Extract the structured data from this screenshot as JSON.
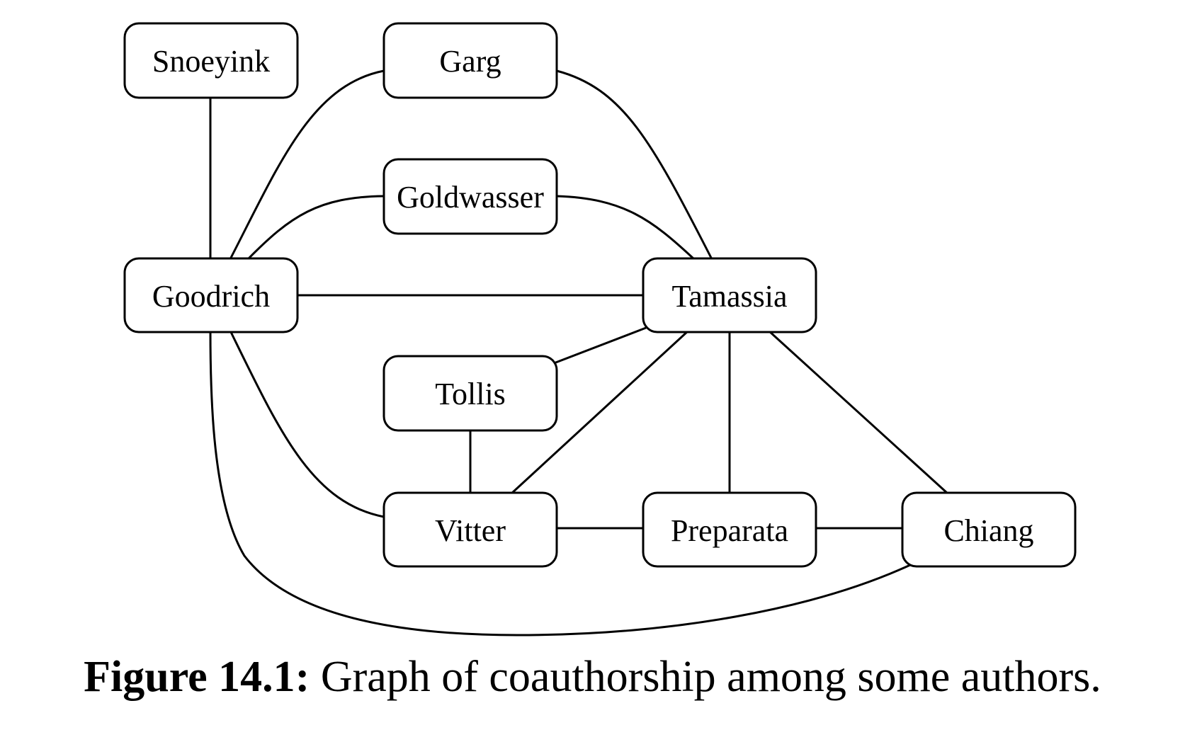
{
  "diagram": {
    "nodes": [
      {
        "id": "snoeyink",
        "label": "Snoeyink"
      },
      {
        "id": "garg",
        "label": "Garg"
      },
      {
        "id": "goldwasser",
        "label": "Goldwasser"
      },
      {
        "id": "goodrich",
        "label": "Goodrich"
      },
      {
        "id": "tamassia",
        "label": "Tamassia"
      },
      {
        "id": "tollis",
        "label": "Tollis"
      },
      {
        "id": "vitter",
        "label": "Vitter"
      },
      {
        "id": "preparata",
        "label": "Preparata"
      },
      {
        "id": "chiang",
        "label": "Chiang"
      }
    ],
    "edges": [
      [
        "snoeyink",
        "goodrich"
      ],
      [
        "goodrich",
        "garg"
      ],
      [
        "garg",
        "tamassia"
      ],
      [
        "goodrich",
        "goldwasser"
      ],
      [
        "goldwasser",
        "tamassia"
      ],
      [
        "goodrich",
        "tamassia"
      ],
      [
        "goodrich",
        "vitter"
      ],
      [
        "goodrich",
        "chiang"
      ],
      [
        "tamassia",
        "tollis"
      ],
      [
        "tamassia",
        "vitter"
      ],
      [
        "tamassia",
        "preparata"
      ],
      [
        "tamassia",
        "chiang"
      ],
      [
        "tollis",
        "vitter"
      ],
      [
        "vitter",
        "preparata"
      ],
      [
        "preparata",
        "chiang"
      ]
    ]
  },
  "caption": {
    "label": "Figure 14.1:",
    "text": "Graph of coauthorship among some authors."
  }
}
